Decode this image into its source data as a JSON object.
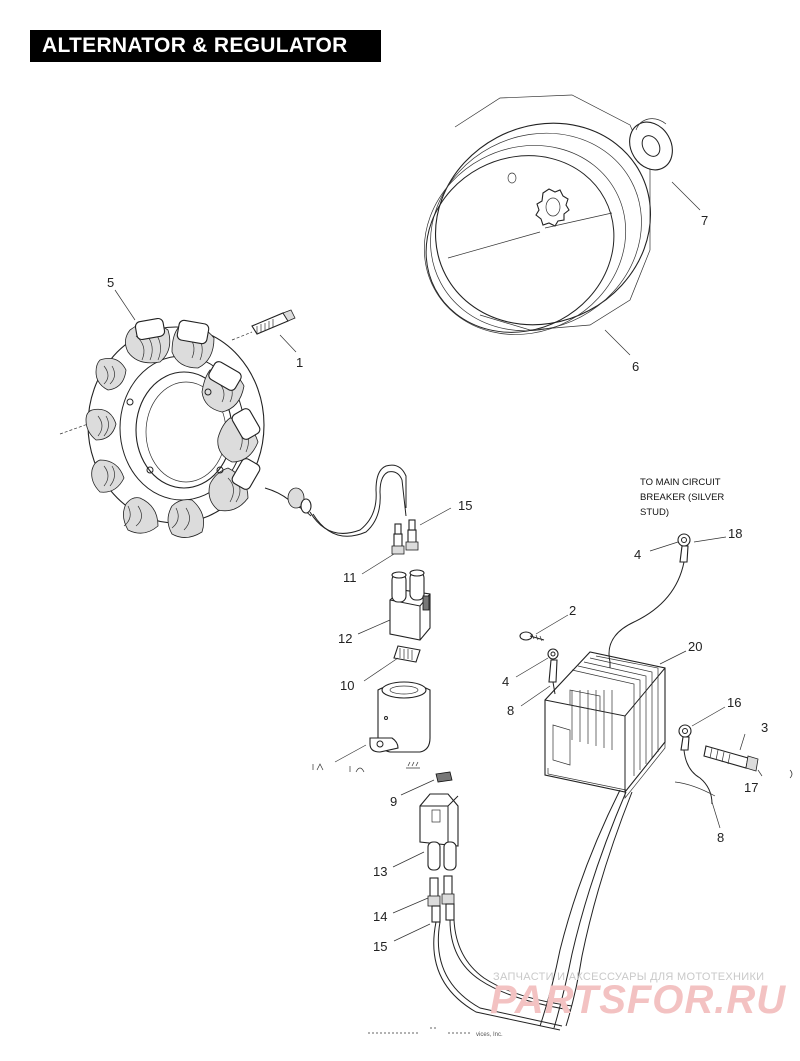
{
  "header": {
    "title": "ALTERNATOR & REGULATOR"
  },
  "note": {
    "lines": [
      "TO MAIN CIRCUIT",
      "BREAKER (SILVER",
      "STUD)"
    ]
  },
  "callouts": [
    {
      "id": "c1",
      "text": "1"
    },
    {
      "id": "c2",
      "text": "2"
    },
    {
      "id": "c3",
      "text": "3"
    },
    {
      "id": "c4a",
      "text": "4"
    },
    {
      "id": "c4b",
      "text": "4"
    },
    {
      "id": "c5",
      "text": "5"
    },
    {
      "id": "c6",
      "text": "6"
    },
    {
      "id": "c7",
      "text": "7"
    },
    {
      "id": "c8a",
      "text": "8"
    },
    {
      "id": "c8b",
      "text": "8"
    },
    {
      "id": "c9",
      "text": "9"
    },
    {
      "id": "c10",
      "text": "10"
    },
    {
      "id": "c11",
      "text": "11"
    },
    {
      "id": "c12",
      "text": "12"
    },
    {
      "id": "c13",
      "text": "13"
    },
    {
      "id": "c14",
      "text": "14"
    },
    {
      "id": "c15a",
      "text": "15"
    },
    {
      "id": "c15b",
      "text": "15"
    },
    {
      "id": "c16",
      "text": "16"
    },
    {
      "id": "c17",
      "text": "17"
    },
    {
      "id": "c18",
      "text": "18"
    },
    {
      "id": "c20",
      "text": "20"
    }
  ],
  "watermark": {
    "top_line": "ЗАПЧАСТИ И АКСЕССУАРЫ ДЛЯ МОТОТЕХНИКИ",
    "brand": "PARTSFOR.RU"
  },
  "footer": {
    "copyright_fragment": "vices, Inc."
  }
}
